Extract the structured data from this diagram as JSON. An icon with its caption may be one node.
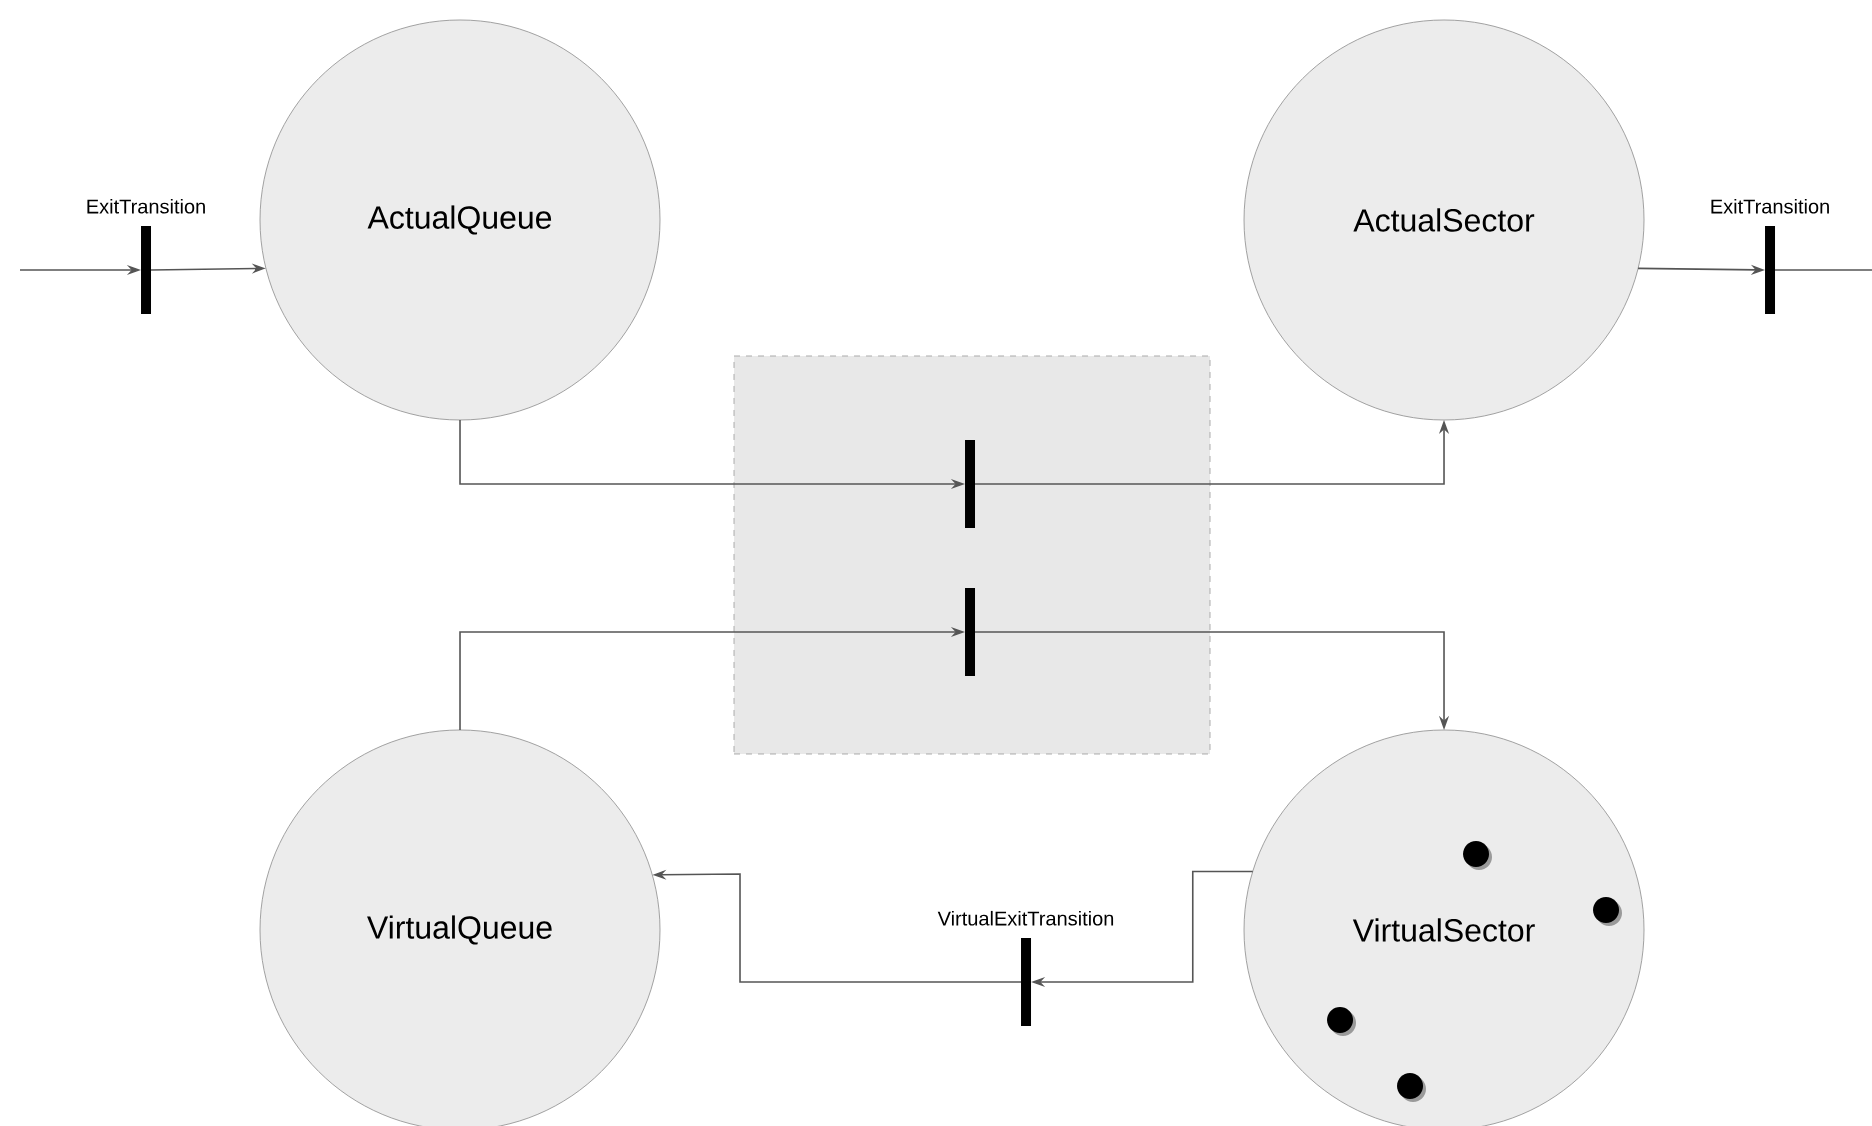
{
  "diagram": {
    "nodes": [
      {
        "text": [],
        "shape": "bar",
        "beside": [
          "ExitTransition"
        ]
      },
      {
        "text": [
          "ActualQueue"
        ]
      },
      {
        "text": [
          "ActualSector"
        ]
      },
      {
        "text": [],
        "shape": "bar",
        "beside": [
          "ExitTransition"
        ]
      },
      {
        "text": [],
        "shape": "box"
      },
      {
        "text": [],
        "shape": "bar",
        "in": 4
      },
      {
        "text": [],
        "shape": "bar",
        "in": 4
      },
      {
        "text": [
          "VirtualQueue"
        ]
      },
      {
        "text": [
          "VirtualSector"
        ]
      },
      {
        "text": [],
        "shape": "bar",
        "beside": [
          "VirtualExitTransition"
        ]
      }
    ],
    "edges": [
      {
        "from": null,
        "to": 0,
        "arrow": "to"
      },
      {
        "from": 0,
        "to": 1,
        "arrow": "to"
      },
      {
        "from": 2,
        "to": 3,
        "arrow": "to"
      },
      {
        "from": 3,
        "to": null,
        "arrow": "none"
      },
      {
        "from": 1,
        "to": 5,
        "arrow": "to"
      },
      {
        "from": 5,
        "to": 2,
        "arrow": "to"
      },
      {
        "from": 7,
        "to": 6,
        "arrow": "to"
      },
      {
        "from": 6,
        "to": 8,
        "arrow": "to"
      },
      {
        "from": 8,
        "to": 9,
        "arrow": "to"
      },
      {
        "from": 9,
        "to": 7,
        "arrow": "to"
      }
    ]
  }
}
